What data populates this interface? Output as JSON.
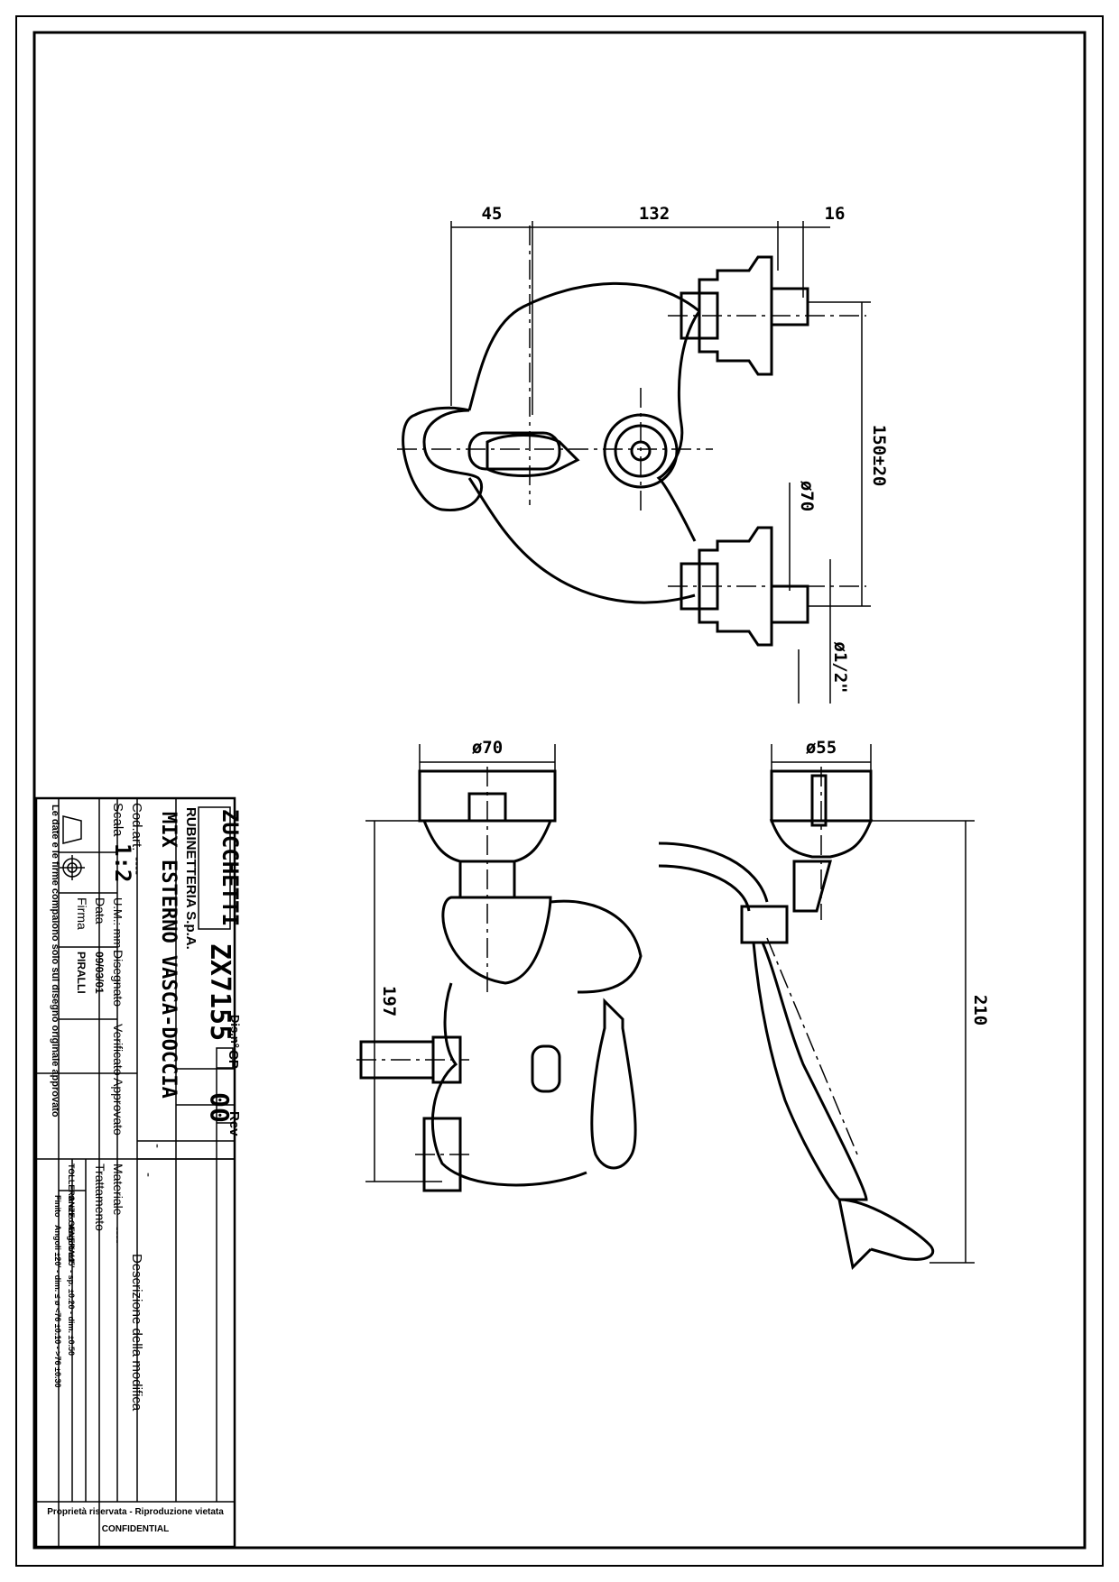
{
  "drawing": {
    "dimensions": {
      "d45": "45",
      "d132": "132",
      "d16": "16",
      "d150": "150±20",
      "dphi70_side": "ø70",
      "dphi12": "ø1/2\"",
      "dphi70_top": "ø70",
      "dphi55": "ø55",
      "d197": "197",
      "d210": "210"
    }
  },
  "title_block": {
    "company_logo": "ZUCCHETTI",
    "company_name": "RUBINETTERIA S.p.A.",
    "dis_label": "Dis.n°",
    "dis_value": "CP",
    "rev_label": "Rev",
    "code": "ZX7155",
    "rev_value": "00",
    "description": "MIX ESTERNO VASCA-DOCCIA",
    "cod_art_label": "Cod.art.",
    "cod_art_value": "----",
    "scala_label": "Scala",
    "scala_value": "1:2",
    "um_label": "U.M.: mm",
    "disegnato_label": "Disegnato",
    "verificato_label": "Verificato",
    "approvato_label": "Approvato",
    "data_label": "Data",
    "data_value": "09/03/01",
    "firma_label": "Firma",
    "firma_value": "PIRALLI",
    "materiale_label": "Materiale",
    "materiale_value": "----",
    "trattamento_label": "Trattamento",
    "descrizione_modifica_label": "Descrizione della modifica",
    "dash1": "-",
    "dash2": "-",
    "note": "Le date e le firme compaiono solo sul disegno originale approvato",
    "tolleranze_label": "TOLLERANZE GENERALI",
    "grezzo_label": "Grezzo",
    "grezzo_value": "Angoli ±45' - sp. ±0.20 - dim. ±0.50",
    "finito_label": "Finito",
    "finito_value": "Angoli ±20' - dim. ≤ ø <76 ±0.10 - >76 ±0.30",
    "proprieta": "Proprietà riservata - Riproduzione vietata",
    "confidential": "CONFIDENTIAL"
  }
}
